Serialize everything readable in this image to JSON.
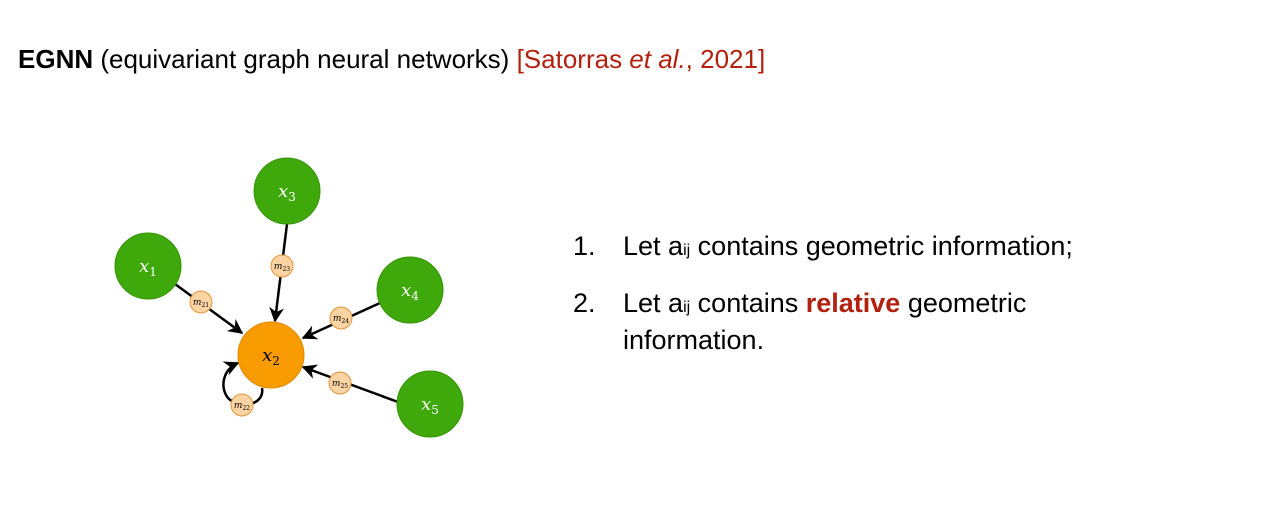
{
  "title": {
    "bold": "EGNN",
    "rest": " (equivariant graph neural networks) ",
    "citation_pre": "[Satorras ",
    "citation_italic": "et al.",
    "citation_post": ", 2021]"
  },
  "diagram": {
    "nodes": [
      {
        "id": "x1",
        "label": "x",
        "sub": "1",
        "color": "#3fa80a"
      },
      {
        "id": "x2",
        "label": "x",
        "sub": "2",
        "color": "#f79b00"
      },
      {
        "id": "x3",
        "label": "x",
        "sub": "3",
        "color": "#3fa80a"
      },
      {
        "id": "x4",
        "label": "x",
        "sub": "4",
        "color": "#3fa80a"
      },
      {
        "id": "x5",
        "label": "x",
        "sub": "5",
        "color": "#3fa80a"
      }
    ],
    "messages": [
      "m21",
      "m22",
      "m23",
      "m24",
      "m25"
    ],
    "message_color": "#fcd3a3"
  },
  "list": [
    {
      "num": "1.",
      "pre": "Let a",
      "sub": "ij",
      "post": " contains geometric information;"
    },
    {
      "num": "2.",
      "pre": "Let a",
      "sub": "ij",
      "post": " contains ",
      "emph": "relative",
      "post2": " geometric information."
    }
  ]
}
